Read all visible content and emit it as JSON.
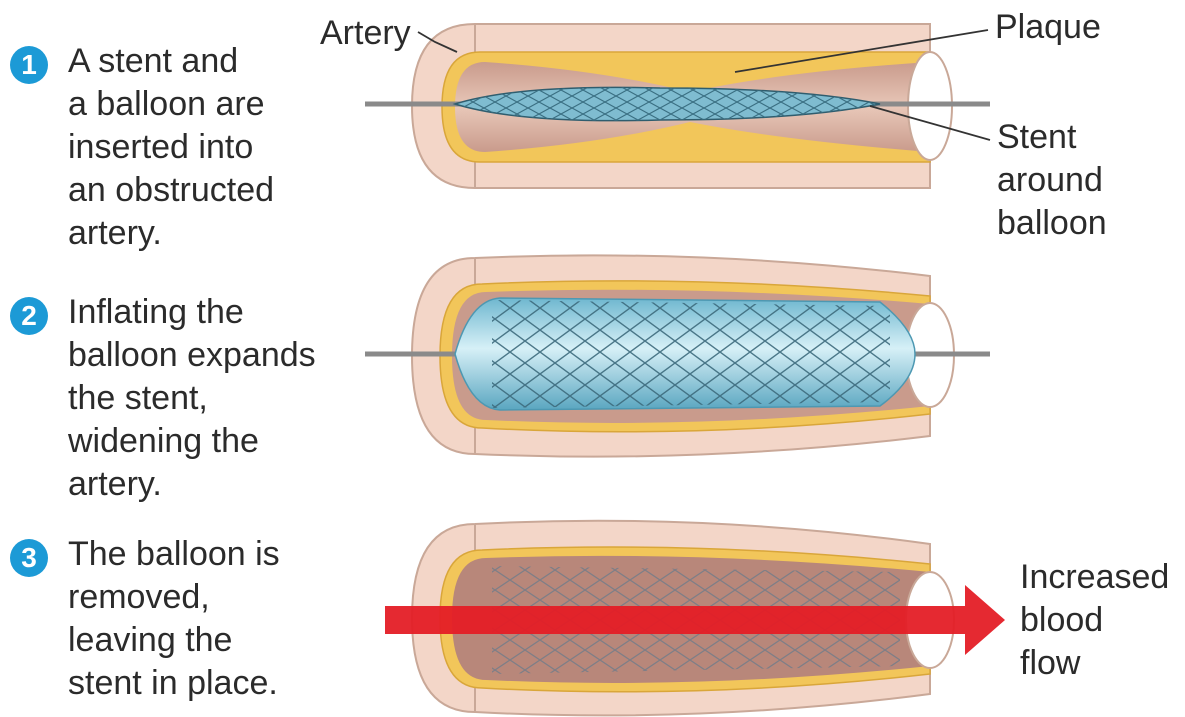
{
  "steps": [
    {
      "number": "1",
      "lines": [
        "A stent and",
        "a balloon are",
        "inserted into",
        "an obstructed",
        "artery."
      ]
    },
    {
      "number": "2",
      "lines": [
        "Inflating the",
        "balloon expands",
        "the stent,",
        "widening the",
        "artery."
      ]
    },
    {
      "number": "3",
      "lines": [
        "The balloon is",
        "removed,",
        "leaving the",
        "stent in place."
      ]
    }
  ],
  "labels": {
    "artery": "Artery",
    "plaque": "Plaque",
    "stent": [
      "Stent",
      "around",
      "balloon"
    ],
    "flow": [
      "Increased",
      "blood",
      "flow"
    ]
  },
  "colors": {
    "step_badge": "#1c9ad6",
    "artery_wall": "#f3d6c8",
    "plaque": "#f2c65a",
    "balloon": "#8fcde0",
    "stent_mesh": "#3a6f82",
    "flow_arrow": "#e41e26"
  }
}
